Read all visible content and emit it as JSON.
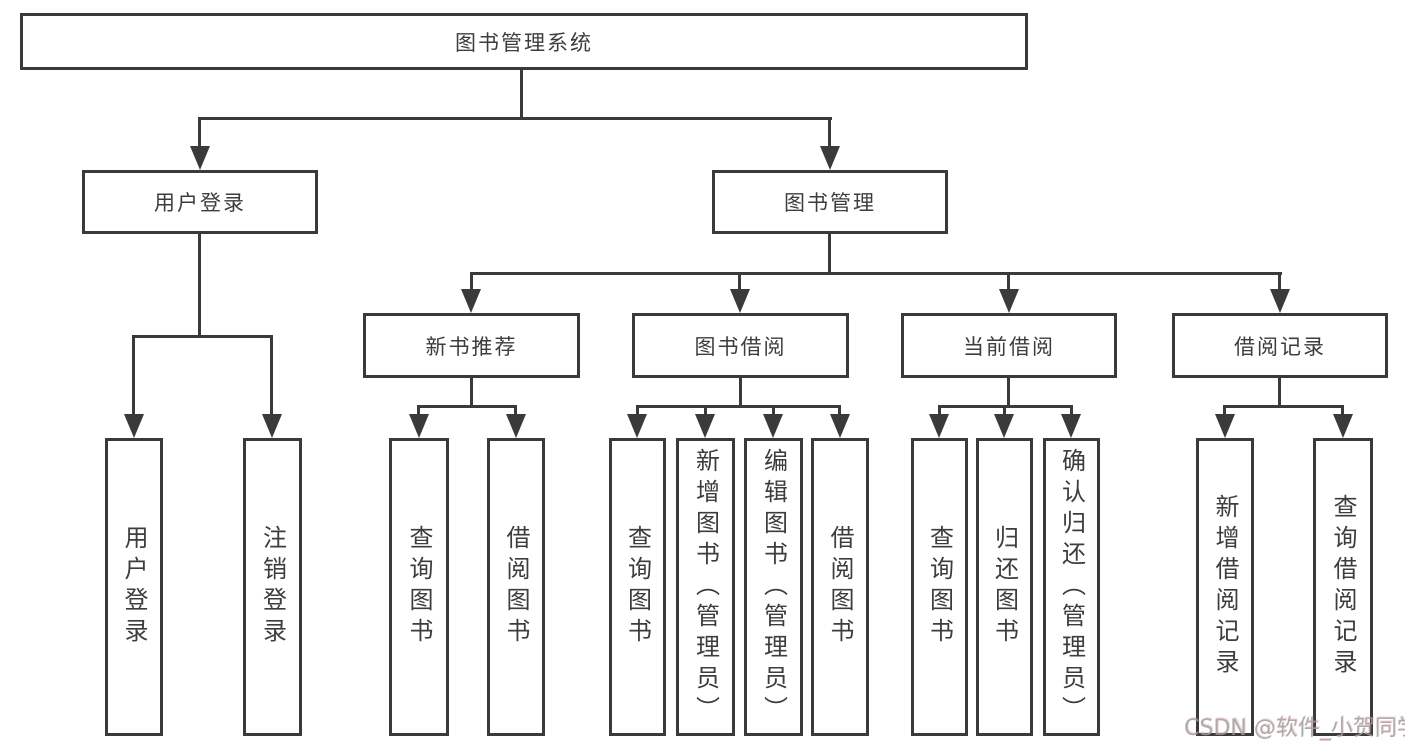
{
  "chart": {
    "type": "hierarchy-diagram",
    "root": {
      "label": "图书管理系统",
      "children": [
        {
          "label": "用户登录",
          "children": [
            {
              "label": "用户登录"
            },
            {
              "label": "注销登录"
            }
          ]
        },
        {
          "label": "图书管理",
          "children": [
            {
              "label": "新书推荐",
              "children": [
                {
                  "label": "查询图书"
                },
                {
                  "label": "借阅图书"
                }
              ]
            },
            {
              "label": "图书借阅",
              "children": [
                {
                  "label": "查询图书"
                },
                {
                  "label": "新增图书（管理员）"
                },
                {
                  "label": "编辑图书（管理员）"
                },
                {
                  "label": "借阅图书"
                }
              ]
            },
            {
              "label": "当前借阅",
              "children": [
                {
                  "label": "查询图书"
                },
                {
                  "label": "归还图书"
                },
                {
                  "label": "确认归还（管理员）"
                }
              ]
            },
            {
              "label": "借阅记录",
              "children": [
                {
                  "label": "新增借阅记录"
                },
                {
                  "label": "查询借阅记录"
                }
              ]
            }
          ]
        }
      ]
    }
  },
  "watermark": {
    "text": "CSDN @软件_小贺同学",
    "color": "#9e9e9e"
  },
  "colors": {
    "line": "#3a3a3a",
    "text": "#3d3d3d",
    "box_background": "#ffffff",
    "page_background": "#ffffff"
  }
}
